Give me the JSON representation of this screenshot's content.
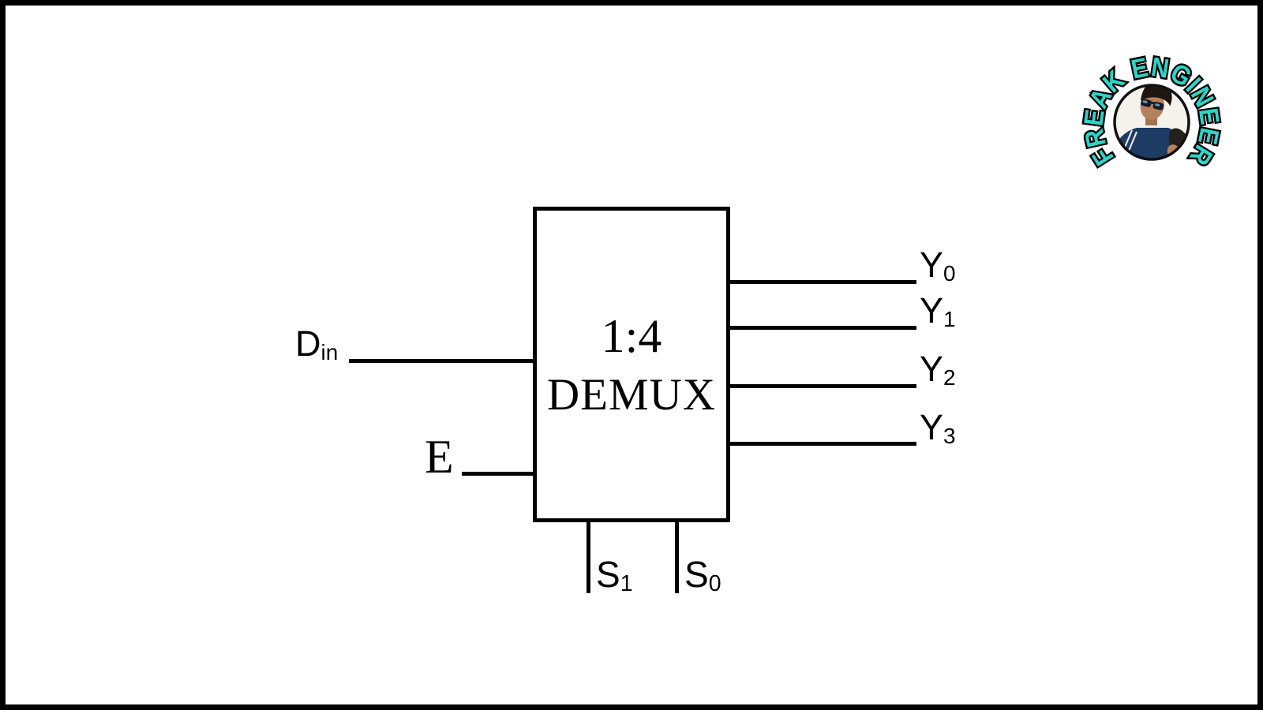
{
  "diagram": {
    "block": {
      "ratio": "1:4",
      "name": "DEMUX"
    },
    "inputs": {
      "data": {
        "main": "D",
        "sub": "in"
      },
      "enable": {
        "main": "E",
        "sub": ""
      }
    },
    "outputs": [
      {
        "main": "Y",
        "sub": "0"
      },
      {
        "main": "Y",
        "sub": "1"
      },
      {
        "main": "Y",
        "sub": "2"
      },
      {
        "main": "Y",
        "sub": "3"
      }
    ],
    "selects": [
      {
        "main": "S",
        "sub": "1"
      },
      {
        "main": "S",
        "sub": "0"
      }
    ]
  },
  "logo": {
    "text": "FREAK ENGINEER"
  },
  "colors": {
    "line": "#000000",
    "background": "#ffffff",
    "logo_teal": "#2cd5c8",
    "shirt_navy": "#1d3b63"
  }
}
